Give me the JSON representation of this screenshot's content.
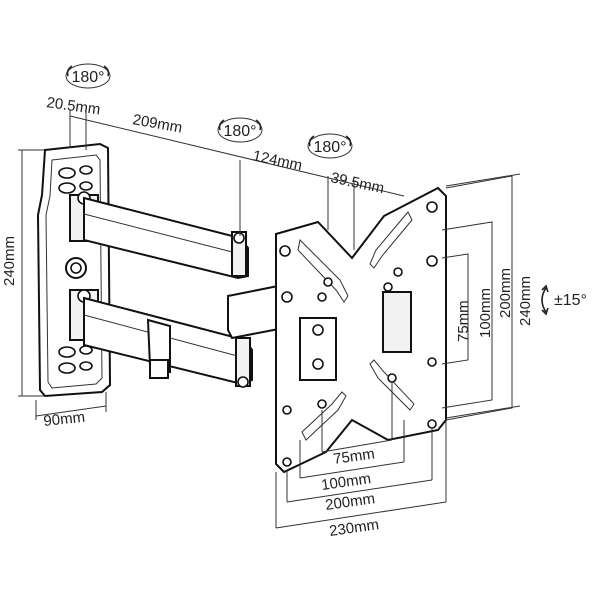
{
  "diagram": {
    "rotation_badges": [
      "180°",
      "180°",
      "180°"
    ],
    "tilt_label": "±15°",
    "dims": {
      "wall_plate_offset": "20.5mm",
      "arm_length": "209mm",
      "second_arm": "124mm",
      "offset_depth": "39.5mm",
      "plate_height": "240mm",
      "plate_width": "90mm",
      "vesa_v75": "75mm",
      "vesa_v100": "100mm",
      "vesa_v200": "200mm",
      "head_height": "240mm",
      "vesa_h75": "75mm",
      "vesa_h100": "100mm",
      "vesa_h200": "200mm",
      "head_width": "230mm"
    }
  }
}
